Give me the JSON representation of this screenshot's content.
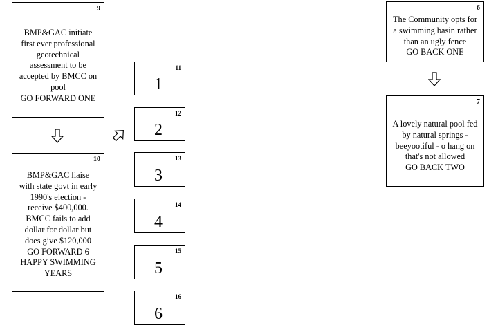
{
  "cards": {
    "c9": {
      "number": "9",
      "text": "BMP&GAC initiate\nfirst ever professional\ngeotechnical\nassessment to be\naccepted by BMCC on\npool\nGO FORWARD ONE"
    },
    "c10": {
      "number": "10",
      "text": "BMP&GAC liaise\nwith state govt in early\n1990's election -\nreceive $400,000.\nBMCC fails to add\ndollar for dollar but\ndoes give $120,000\nGO FORWARD 6\nHAPPY SWIMMING\nYEARS"
    },
    "c6": {
      "number": "6",
      "text": "The Community opts for\na swimming basin rather\nthan an ugly fence\nGO BACK ONE"
    },
    "c7": {
      "number": "7",
      "text": "A lovely natural pool fed\nby natural springs -\nbeeyootiful - o hang on\nthat's not allowed\nGO BACK TWO"
    }
  },
  "board": [
    {
      "number": "11",
      "digit": "1"
    },
    {
      "number": "12",
      "digit": "2"
    },
    {
      "number": "13",
      "digit": "3"
    },
    {
      "number": "14",
      "digit": "4"
    },
    {
      "number": "15",
      "digit": "5"
    },
    {
      "number": "16",
      "digit": "6"
    }
  ],
  "arrows": [
    {
      "name": "down-arrow-icon",
      "from": "9",
      "to": "10"
    },
    {
      "name": "up-right-arrow-icon",
      "from": "10",
      "to": "11"
    },
    {
      "name": "down-arrow-icon",
      "from": "6",
      "to": "7"
    }
  ]
}
